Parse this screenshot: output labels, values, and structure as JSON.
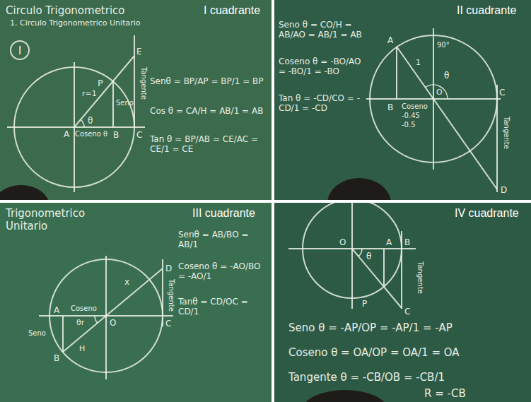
{
  "diagram": {
    "nodes": [
      {
        "text": [
          "I cuadrante"
        ]
      },
      {
        "text": [
          "II cuadrante"
        ]
      },
      {
        "text": [
          "III cuadrante"
        ]
      },
      {
        "text": [
          "IV cuadrante"
        ]
      }
    ],
    "labels": [
      "Circulo Trigonometrico",
      "1. Circulo Trigonometrico Unitario",
      "I",
      "P",
      "r=1",
      "θ",
      "A",
      "Coseno θ",
      "B",
      "C",
      "E",
      "Seno",
      "Tangente",
      "Senθ = BP/AP = BP/1 = BP",
      "Cos θ = CA/H = AB/1 = AB",
      "Tan θ = BP/AB = CE/AC = CE/1 = CE",
      "Seno θ = CO/H = AB/AO = AB/1 = AB",
      "Coseno θ = -BO/AO = -BO/1 = -BO",
      "Tan θ = -CD/CO = -CD/1 = -CD",
      "A",
      "B",
      "Coseno",
      "-0.45",
      "-0.5",
      "O",
      "θ",
      "1",
      "90°",
      "C",
      "D",
      "Tangente",
      "Trigonometrico Unitario",
      "Senθ = AB/BO = AB/1",
      "Coseno θ = -AO/BO = -AO/1",
      "Tanθ = CD/OC = CD/1",
      "Coseno",
      "A",
      "O",
      "B",
      "C",
      "D",
      "Seno",
      "θr",
      "H",
      "Tangente",
      "x",
      "O",
      "A",
      "P",
      "B",
      "C",
      "θ",
      "Tangente",
      "Seno θ = -AP/OP = -AP/1 = -AP",
      "Coseno θ = OA/OP = OA/1 = OA",
      "Tangente θ = -CB/OB = -CB/1",
      "R = -CB"
    ]
  }
}
